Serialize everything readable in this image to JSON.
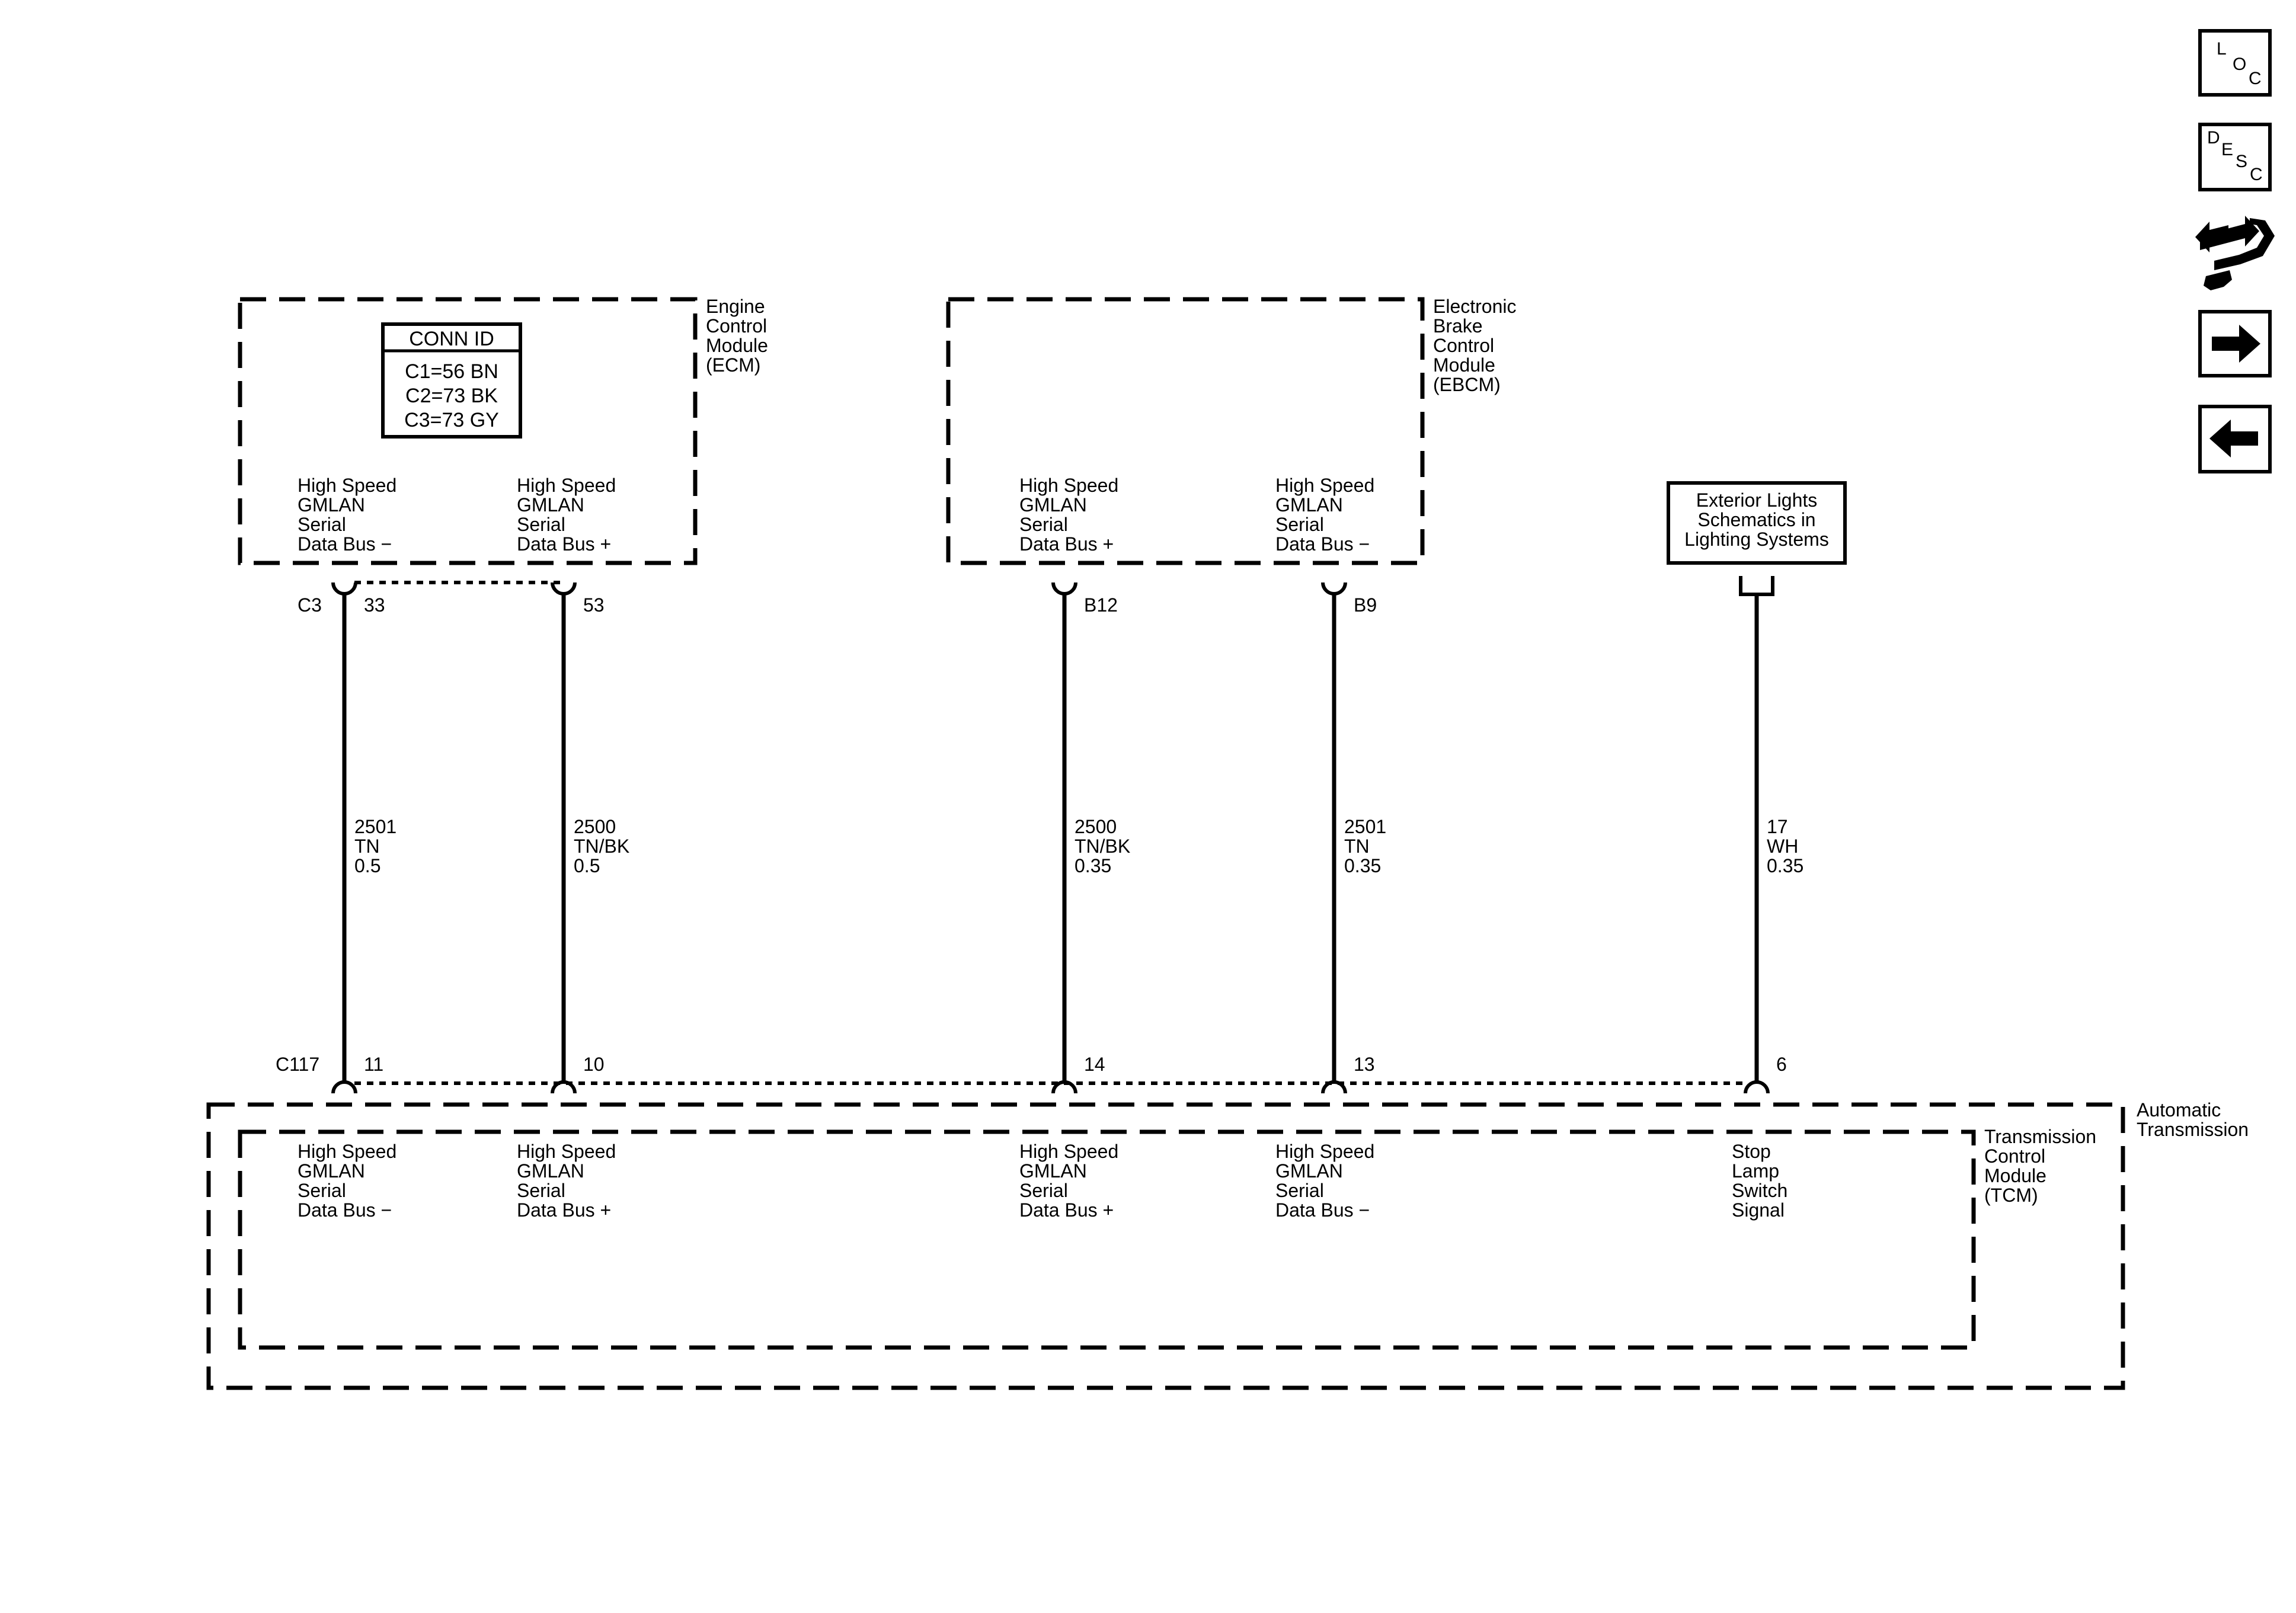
{
  "nav": {
    "loc": [
      "L",
      "O",
      "C"
    ],
    "desc": [
      "D",
      "E",
      "S",
      "C"
    ],
    "icons": [
      "loc-icon",
      "desc-icon",
      "connector-end-view-icon",
      "next-arrow-icon",
      "previous-arrow-icon"
    ]
  },
  "ecm": {
    "name": [
      "Engine",
      "Control",
      "Module",
      "(ECM)"
    ],
    "conn_id": {
      "title": "CONN ID",
      "rows": [
        "C1=56 BN",
        "C2=73 BK",
        "C3=73 GY"
      ]
    },
    "pin_labels": [
      [
        "High Speed",
        "GMLAN",
        "Serial",
        "Data Bus −"
      ],
      [
        "High Speed",
        "GMLAN",
        "Serial",
        "Data Bus +"
      ]
    ],
    "connector": "C3",
    "pins": [
      "33",
      "53"
    ]
  },
  "ebcm": {
    "name": [
      "Electronic",
      "Brake",
      "Control",
      "Module",
      "(EBCM)"
    ],
    "pin_labels": [
      [
        "High Speed",
        "GMLAN",
        "Serial",
        "Data Bus +"
      ],
      [
        "High Speed",
        "GMLAN",
        "Serial",
        "Data Bus −"
      ]
    ],
    "pins": [
      "B12",
      "B9"
    ]
  },
  "ext_ref": [
    "Exterior Lights",
    "Schematics in",
    "Lighting Systems"
  ],
  "wires": [
    [
      "2501",
      "TN",
      "0.5"
    ],
    [
      "2500",
      "TN/BK",
      "0.5"
    ],
    [
      "2500",
      "TN/BK",
      "0.35"
    ],
    [
      "2501",
      "TN",
      "0.35"
    ],
    [
      "17",
      "WH",
      "0.35"
    ]
  ],
  "tcm": {
    "connector": "C117",
    "pins": [
      "11",
      "10",
      "14",
      "13",
      "6"
    ],
    "pin_labels": [
      [
        "High Speed",
        "GMLAN",
        "Serial",
        "Data Bus −"
      ],
      [
        "High Speed",
        "GMLAN",
        "Serial",
        "Data Bus +"
      ],
      [
        "High Speed",
        "GMLAN",
        "Serial",
        "Data Bus +"
      ],
      [
        "High Speed",
        "GMLAN",
        "Serial",
        "Data Bus −"
      ],
      [
        "Stop",
        "Lamp",
        "Switch",
        "Signal"
      ]
    ],
    "name": [
      "Transmission",
      "Control",
      "Module",
      "(TCM)"
    ]
  },
  "at": {
    "name": [
      "Automatic",
      "Transmission"
    ]
  }
}
